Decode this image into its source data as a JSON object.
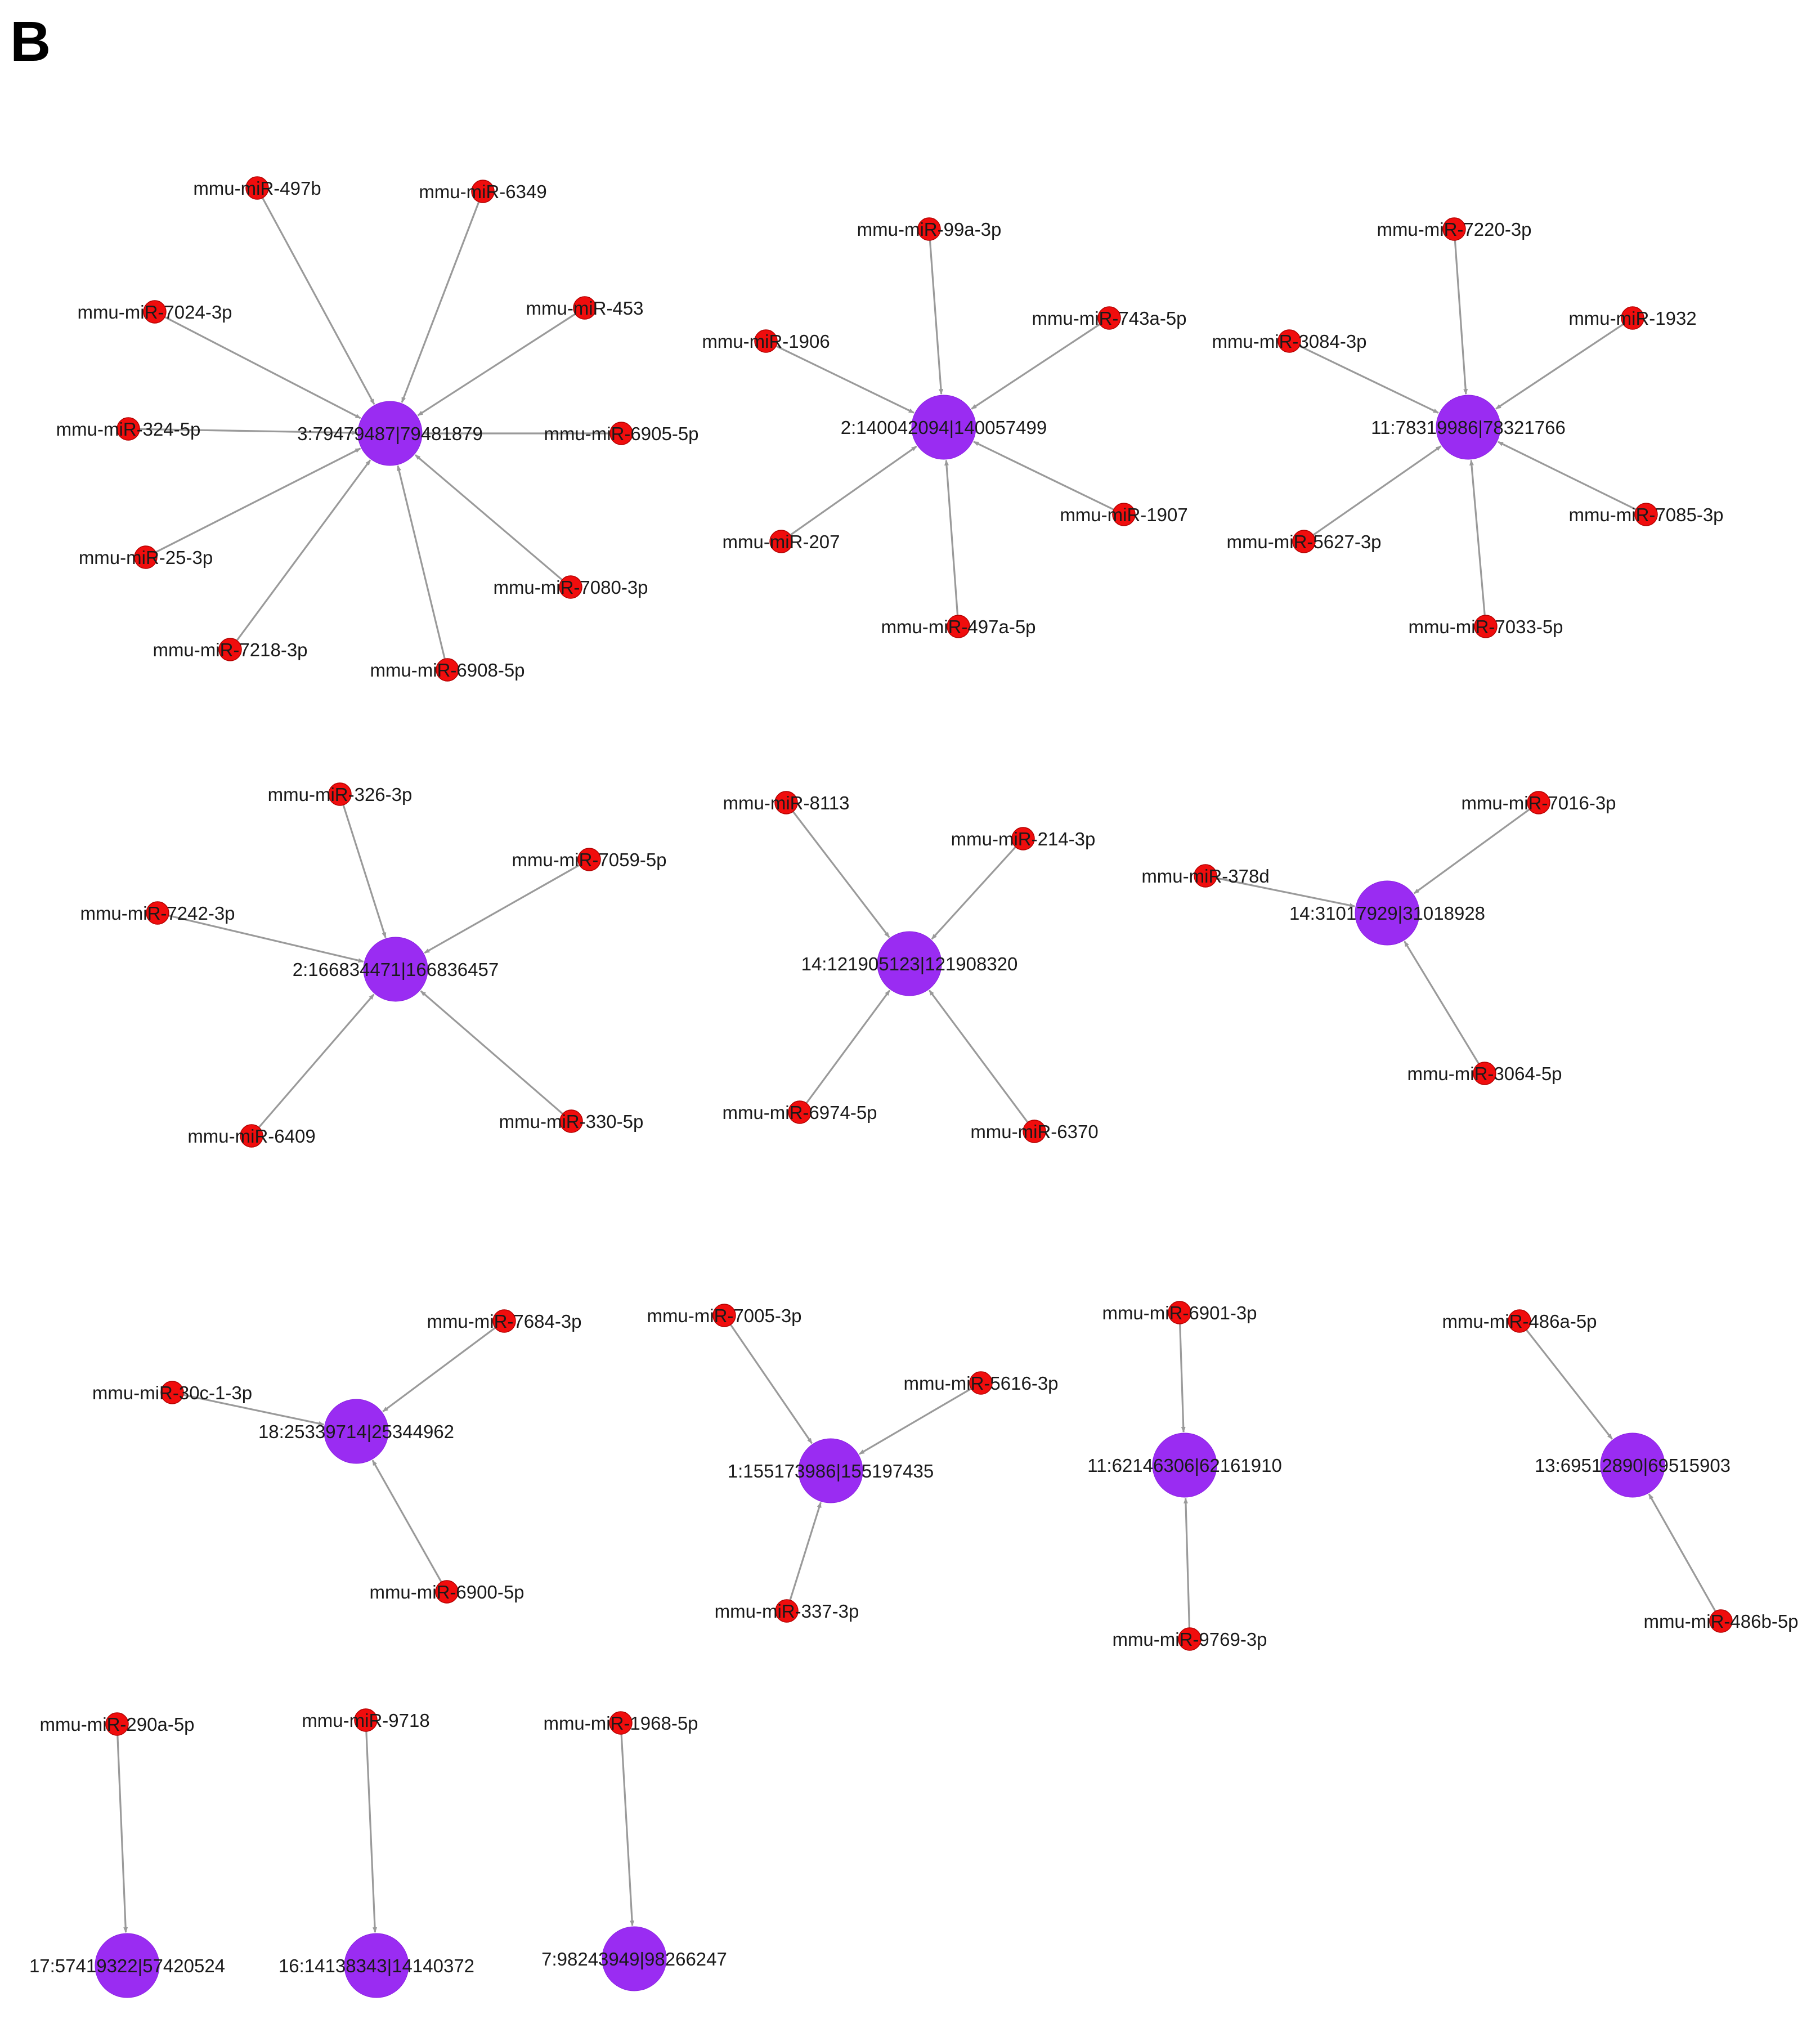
{
  "panel_label": "B",
  "colors": {
    "mirna_node": "#f00d0d",
    "circrna_node": "#9a2cf2",
    "edge": "#9a9a9a",
    "text": "#1a1a1a"
  },
  "clusters": [
    {
      "target": "3:79479487|79481879",
      "sources": [
        "mmu-miR-497b",
        "mmu-miR-6349",
        "mmu-miR-7024-3p",
        "mmu-miR-453",
        "mmu-miR-324-5p",
        "mmu-miR-6905-5p",
        "mmu-miR-25-3p",
        "mmu-miR-7080-3p",
        "mmu-miR-7218-3p",
        "mmu-miR-6908-5p"
      ]
    },
    {
      "target": "2:140042094|140057499",
      "sources": [
        "mmu-miR-99a-3p",
        "mmu-miR-743a-5p",
        "mmu-miR-1906",
        "mmu-miR-207",
        "mmu-miR-1907",
        "mmu-miR-497a-5p"
      ]
    },
    {
      "target": "11:78319986|78321766",
      "sources": [
        "mmu-miR-7220-3p",
        "mmu-miR-1932",
        "mmu-miR-3084-3p",
        "mmu-miR-5627-3p",
        "mmu-miR-7085-3p",
        "mmu-miR-7033-5p"
      ]
    },
    {
      "target": "2:166834471|166836457",
      "sources": [
        "mmu-miR-326-3p",
        "mmu-miR-7059-5p",
        "mmu-miR-7242-3p",
        "mmu-miR-6409",
        "mmu-miR-330-5p"
      ]
    },
    {
      "target": "14:121905123|121908320",
      "sources": [
        "mmu-miR-8113",
        "mmu-miR-214-3p",
        "mmu-miR-6974-5p",
        "mmu-miR-6370"
      ]
    },
    {
      "target": "14:31017929|31018928",
      "sources": [
        "mmu-miR-7016-3p",
        "mmu-miR-378d",
        "mmu-miR-3064-5p"
      ]
    },
    {
      "target": "18:25339714|25344962",
      "sources": [
        "mmu-miR-7684-3p",
        "mmu-miR-30c-1-3p",
        "mmu-miR-6900-5p"
      ]
    },
    {
      "target": "1:155173986|155197435",
      "sources": [
        "mmu-miR-7005-3p",
        "mmu-miR-5616-3p",
        "mmu-miR-337-3p"
      ]
    },
    {
      "target": "11:62146306|62161910",
      "sources": [
        "mmu-miR-6901-3p",
        "mmu-miR-9769-3p"
      ]
    },
    {
      "target": "13:69512890|69515903",
      "sources": [
        "mmu-miR-486a-5p",
        "mmu-miR-486b-5p"
      ]
    },
    {
      "target": "17:57419322|57420524",
      "sources": [
        "mmu-miR-290a-5p"
      ]
    },
    {
      "target": "16:14138343|14140372",
      "sources": [
        "mmu-miR-9718"
      ]
    },
    {
      "target": "7:98243949|98266247",
      "sources": [
        "mmu-miR-1968-5p"
      ]
    }
  ]
}
